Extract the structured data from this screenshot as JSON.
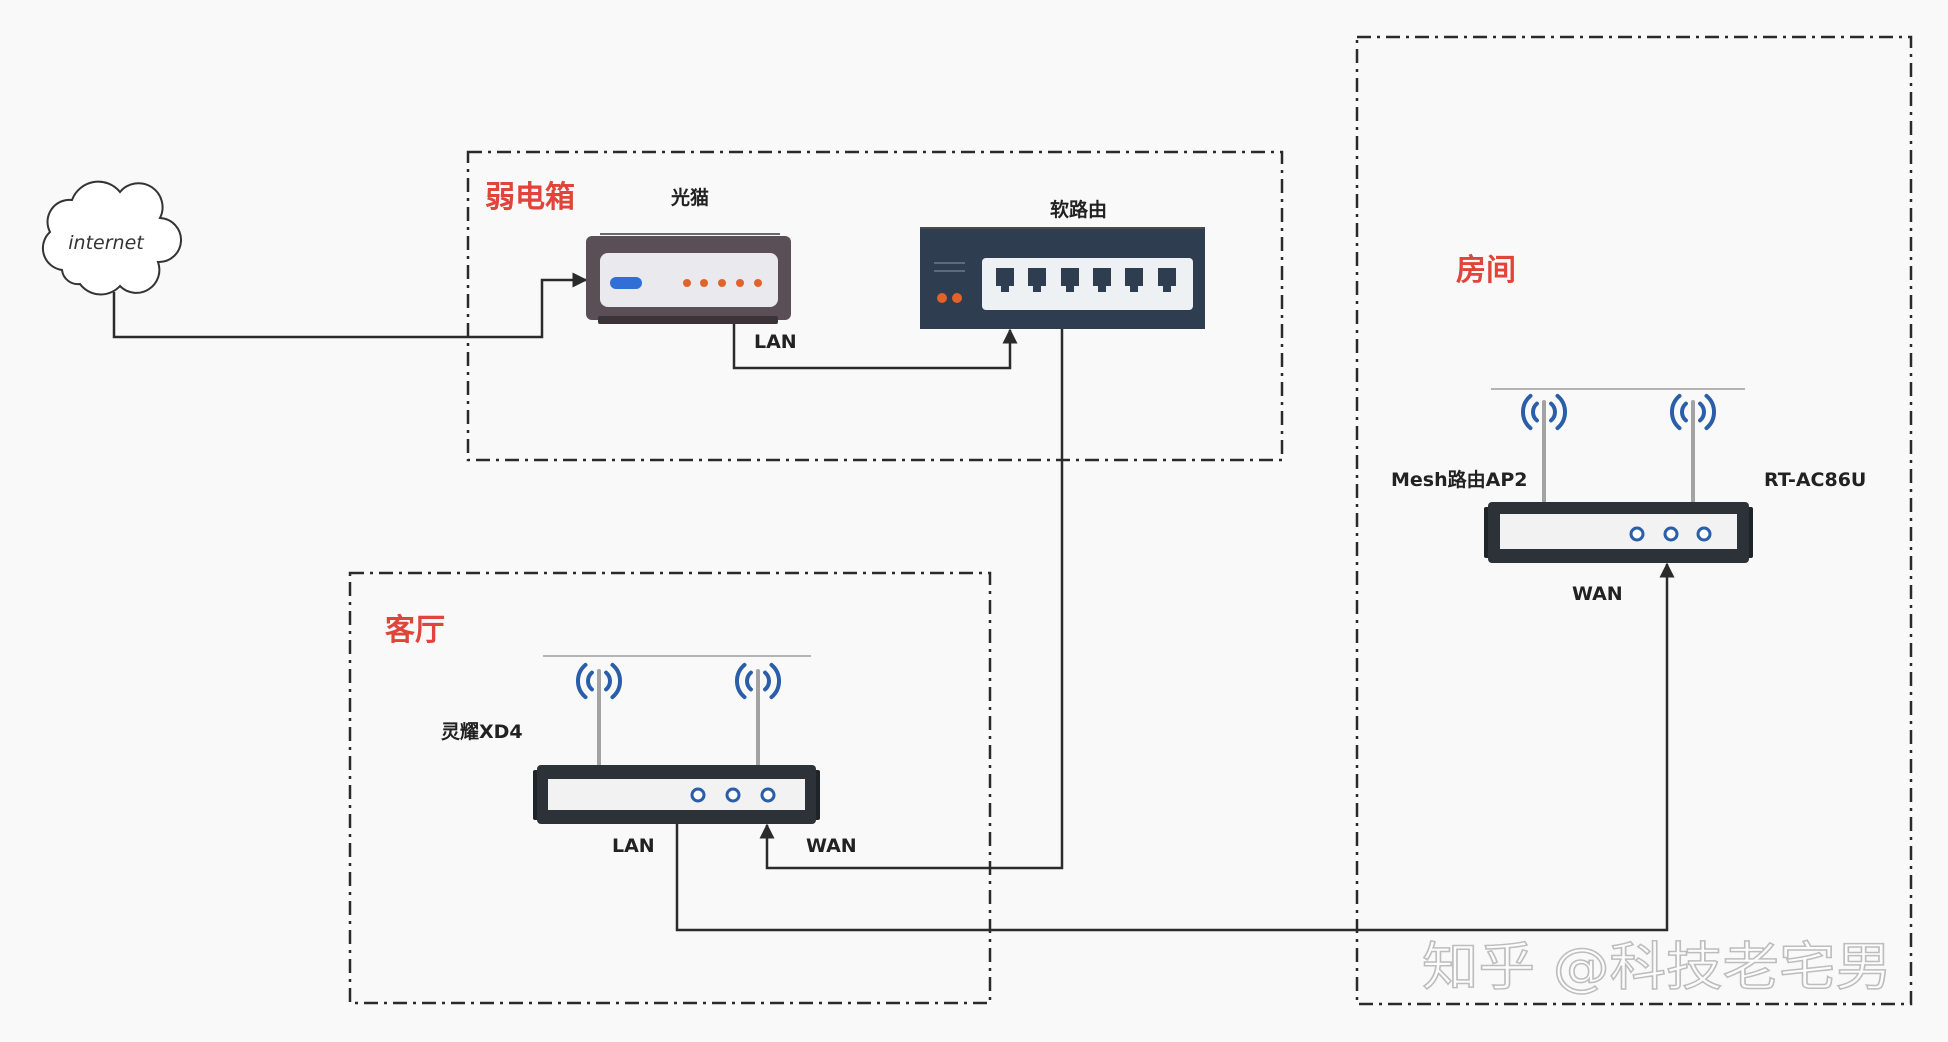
{
  "diagram": {
    "cloud_label": "internet",
    "zones": {
      "weak_current_box": {
        "label": "弱电箱"
      },
      "living_room": {
        "label": "客厅"
      },
      "room": {
        "label": "房间"
      }
    },
    "devices": {
      "modem": {
        "label": "光猫",
        "port": "LAN"
      },
      "soft_router": {
        "label": "软路由"
      },
      "xd4": {
        "label": "灵耀XD4",
        "lan": "LAN",
        "wan": "WAN"
      },
      "mesh": {
        "label": "Mesh路由AP2",
        "model": "RT-AC86U",
        "wan": "WAN"
      }
    }
  },
  "watermark": "知乎 @科技老宅男",
  "colors": {
    "zone_label": "#e0443a",
    "wifi_signal": "#2a5ea8",
    "connector": "#2b2b2b",
    "modem_shell": "#5a4f55",
    "soft_router_shell": "#2e3e50",
    "router_shell": "#2c3237",
    "indicator_orange": "#e0632c",
    "indicator_blue": "#2f6fd6"
  },
  "icons": {
    "cloud": "cloud-icon",
    "modem": "modem-icon",
    "soft_router": "soft-router-icon",
    "router": "wifi-router-icon",
    "wifi": "wifi-signal-icon",
    "port": "ethernet-port-icon"
  }
}
